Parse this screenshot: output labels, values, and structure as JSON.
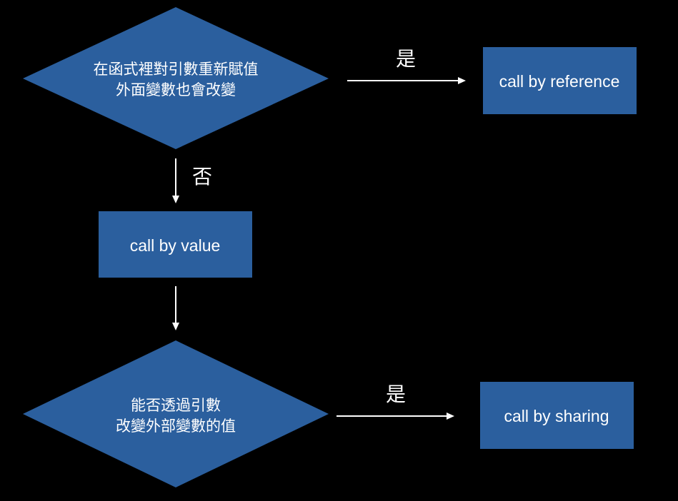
{
  "colors": {
    "background": "#000000",
    "node_fill": "#2b5f9e",
    "text": "#ffffff",
    "edge": "#ffffff"
  },
  "decision1": {
    "line1": "在函式裡對引數重新賦值",
    "line2": "外面變數也會改變"
  },
  "decision2": {
    "line1": "能否透過引數",
    "line2": "改變外部變數的值"
  },
  "box_reference": {
    "label": "call by reference"
  },
  "box_value": {
    "label": "call by value"
  },
  "box_sharing": {
    "label": "call by sharing"
  },
  "edges": {
    "decision1_yes": "是",
    "decision1_no": "否",
    "decision2_yes": "是"
  }
}
